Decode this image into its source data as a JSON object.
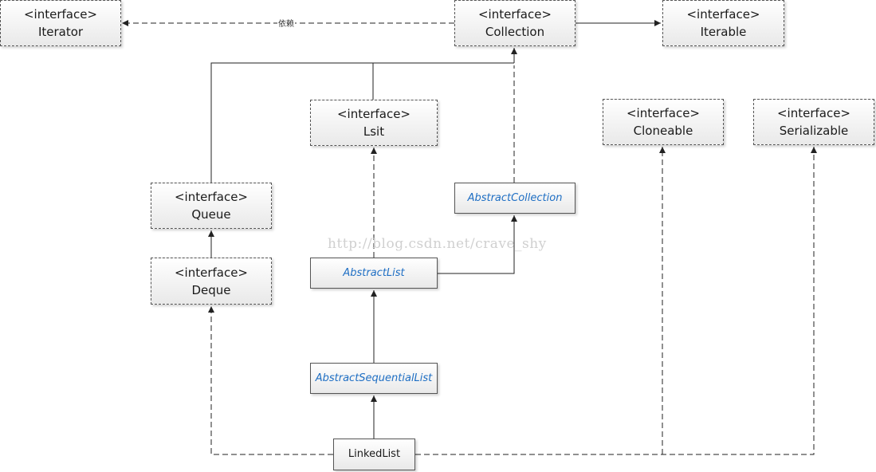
{
  "stereotype": "<interface>",
  "nodes": {
    "iterator": {
      "stereotype": "<interface>",
      "name": "Iterator"
    },
    "collection": {
      "stereotype": "<interface>",
      "name": "Collection"
    },
    "iterable": {
      "stereotype": "<interface>",
      "name": "Iterable"
    },
    "lsit": {
      "stereotype": "<interface>",
      "name": "Lsit"
    },
    "cloneable": {
      "stereotype": "<interface>",
      "name": "Cloneable"
    },
    "serializable": {
      "stereotype": "<interface>",
      "name": "Serializable"
    },
    "queue": {
      "stereotype": "<interface>",
      "name": "Queue"
    },
    "deque": {
      "stereotype": "<interface>",
      "name": "Deque"
    },
    "abstract_collection": {
      "name": "AbstractCollection"
    },
    "abstract_list": {
      "name": "AbstractList"
    },
    "abstract_sequential_list": {
      "name": "AbstractSequentialList"
    },
    "linked_list": {
      "name": "LinkedList"
    }
  },
  "edge_label_dependency": "依赖",
  "watermark": "http://blog.csdn.net/crave_shy"
}
